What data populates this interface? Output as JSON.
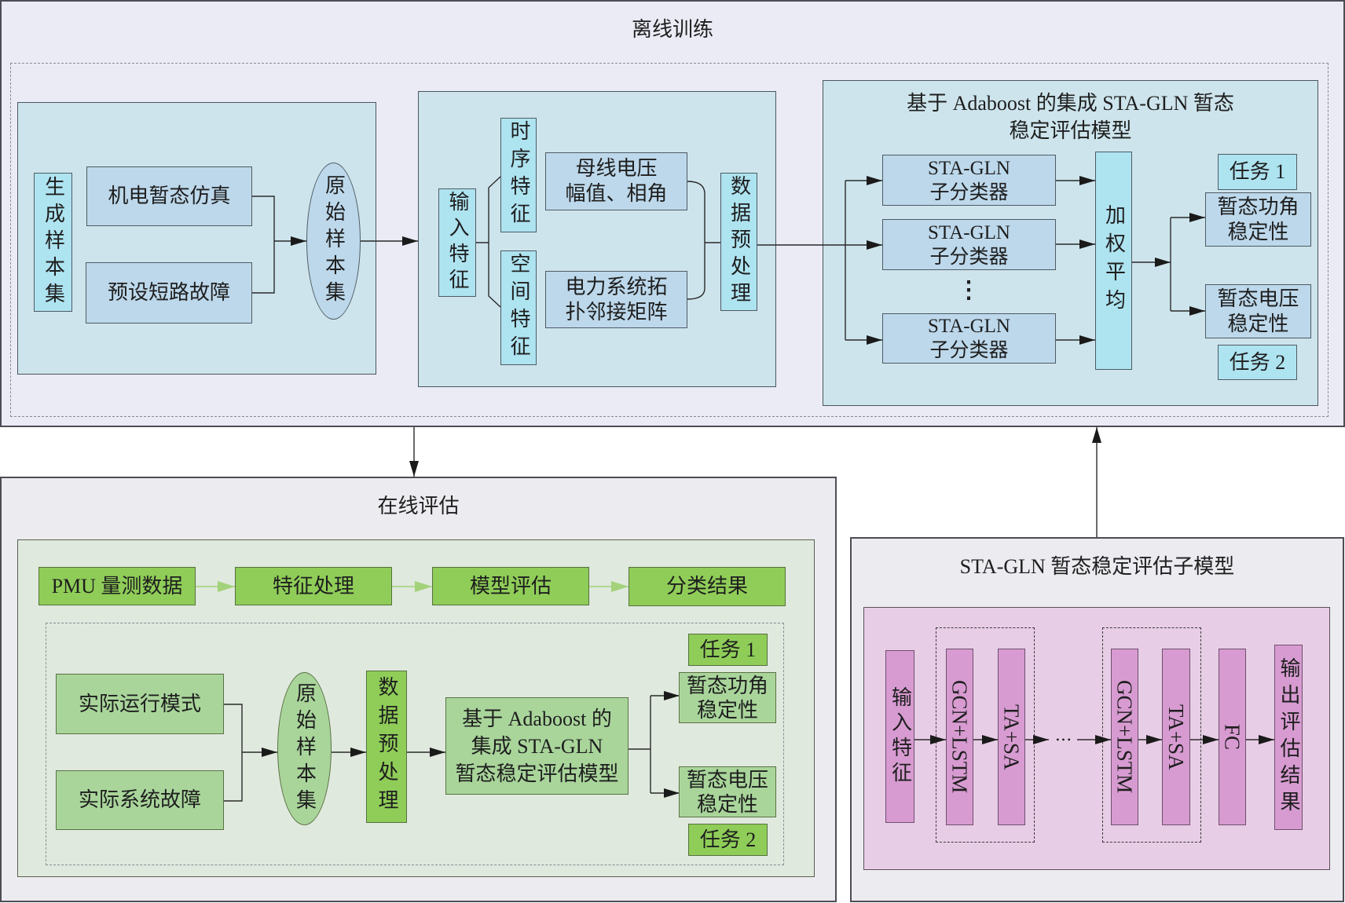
{
  "colors": {
    "offline-bg": "#ebebf6",
    "online-bg": "#ebebf0",
    "cyan-panel": "#cde4ec",
    "blue-box": "#bdd8eb",
    "cyan-box": "#aee3f0",
    "green-panel": "#dfe9dd",
    "green-strong": "#8fcd58",
    "green-light": "#a9d59b",
    "pink-panel": "#e8cde6",
    "pink-box": "#d79bd1",
    "green-arrow": "#a3d27a"
  },
  "offline": {
    "title": "离线训练",
    "sample_generation": {
      "label": "生成样本集",
      "simulation": "机电暂态仿真",
      "fault": "预设短路故障",
      "raw_set": "原始样本集"
    },
    "features": {
      "input": "输入特征",
      "temporal": "时序特征",
      "spatial": "空间特征",
      "bus_voltage": [
        "母线电压",
        "幅值、相角"
      ],
      "topology": [
        "电力系统拓",
        "扑邻接矩阵"
      ],
      "preprocess": "数据预处理"
    },
    "ensemble": {
      "title": [
        "基于 Adaboost 的集成 STA-GLN 暂态",
        "稳定评估模型"
      ],
      "sub_classifiers": [
        [
          "STA-GLN",
          "子分类器"
        ],
        [
          "STA-GLN",
          "子分类器"
        ],
        [
          "STA-GLN",
          "子分类器"
        ]
      ],
      "ellipsis": "⋮",
      "weighted_average": "加权平均",
      "task1": "任务 1",
      "task1_output": [
        "暂态功角",
        "稳定性"
      ],
      "task2_output": [
        "暂态电压",
        "稳定性"
      ],
      "task2": "任务 2"
    }
  },
  "online": {
    "title": "在线评估",
    "pipeline": [
      "PMU 量测数据",
      "特征处理",
      "模型评估",
      "分类结果"
    ],
    "operation_mode": "实际运行模式",
    "system_fault": "实际系统故障",
    "raw_set": "原始样本集",
    "preprocess": "数据预处理",
    "model": [
      "基于 Adaboost 的",
      "集成 STA-GLN",
      "暂态稳定评估模型"
    ],
    "task1": "任务 1",
    "task1_output": [
      "暂态功角",
      "稳定性"
    ],
    "task2_output": [
      "暂态电压",
      "稳定性"
    ],
    "task2": "任务 2"
  },
  "submodel": {
    "title": "STA-GLN 暂态稳定评估子模型",
    "input": "输入特征",
    "blocks": [
      [
        "GCN+LSTM",
        "TA+SA"
      ],
      [
        "GCN+LSTM",
        "TA+SA"
      ]
    ],
    "ellipsis": "•••",
    "fc": "FC",
    "output": "输出评估结果"
  }
}
